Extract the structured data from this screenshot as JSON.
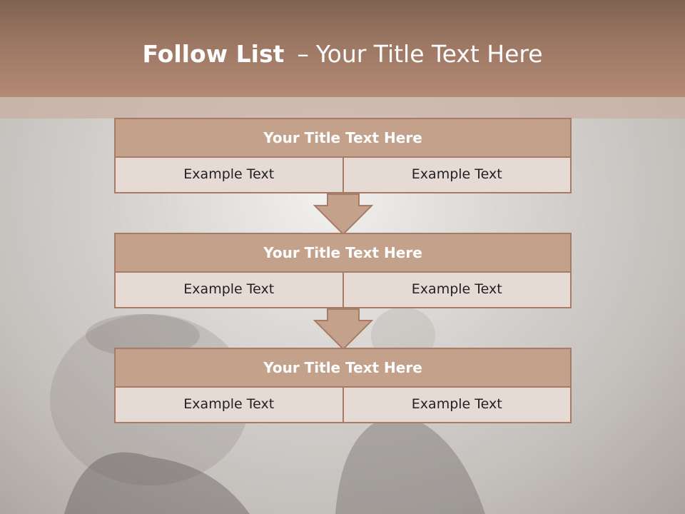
{
  "header": {
    "title_bold": "Follow List",
    "title_dash": "–",
    "title_rest": "Your Title Text Here"
  },
  "blocks": [
    {
      "title": "Your Title Text Here",
      "cells": [
        "Example Text",
        "Example Text"
      ]
    },
    {
      "title": "Your Title Text Here",
      "cells": [
        "Example Text",
        "Example Text"
      ]
    },
    {
      "title": "Your Title Text Here",
      "cells": [
        "Example Text",
        "Example Text"
      ]
    }
  ],
  "colors": {
    "header": "#9c7764",
    "block_title_fill": "#c4a18b",
    "cell_fill": "#e6dad5",
    "border": "#a77b65"
  },
  "icons": [
    "down-arrow-icon"
  ]
}
